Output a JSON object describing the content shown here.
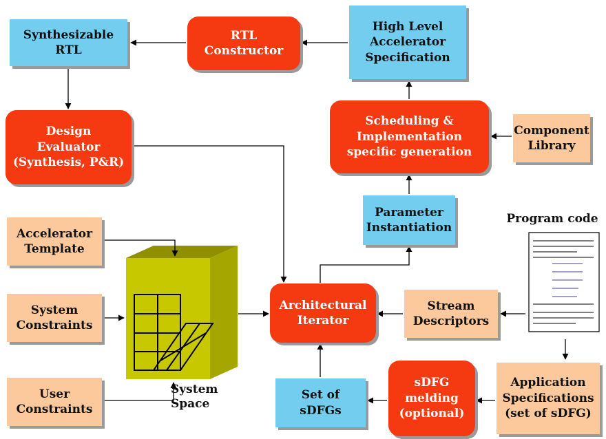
{
  "nodes": {
    "synthesizable_rtl": "Synthesizable\nRTL",
    "rtl_constructor": "RTL\nConstructor",
    "high_level_spec": "High Level\nAccelerator\nSpecification",
    "design_evaluator": "Design\nEvaluator\n(Synthesis, P&R)",
    "scheduling": "Scheduling &\nImplementation\nspecific generation",
    "component_library": "Component\nLibrary",
    "parameter_instantiation": "Parameter\nInstantiation",
    "accelerator_template": "Accelerator\nTemplate",
    "system_constraints": "System\nConstraints",
    "user_constraints": "User\nConstraints",
    "architectural_iterator": "Architectural\nIterator",
    "stream_descriptors": "Stream\nDescriptors",
    "set_of_sdfgs": "Set of\nsDFGs",
    "sdfg_melding": "sDFG\nmelding\n(optional)",
    "application_specifications": "Application\nSpecifications\n(set of sDFG)"
  },
  "labels": {
    "program_code": "Program code",
    "system_space": "System\nSpace"
  },
  "colors": {
    "blue": "#72cdee",
    "peach": "#fbc99c",
    "red": "#f53a12",
    "cube_front": "#c8c800",
    "cube_top": "#8f8f00",
    "cube_side": "#a6a600"
  }
}
